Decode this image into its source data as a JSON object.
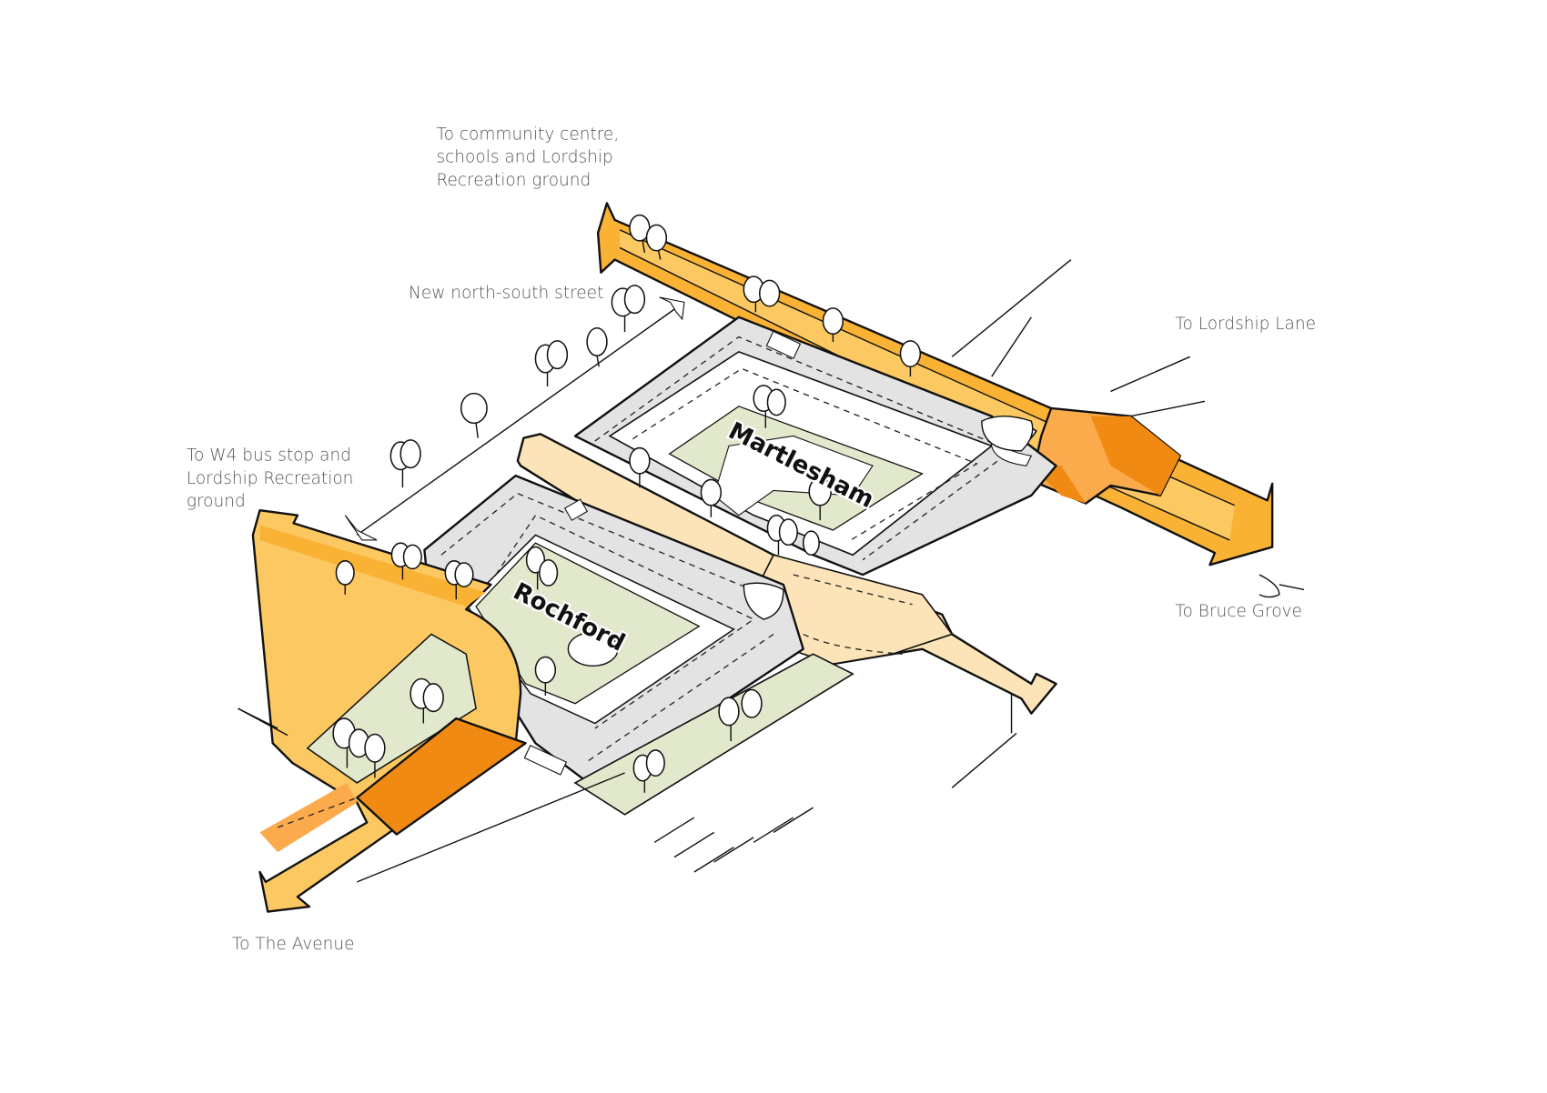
{
  "labels": {
    "community": [
      "To community centre,",
      "schools and Lordship",
      "Recreation ground"
    ],
    "north_south": "New north-south street",
    "lordship_lane": "To Lordship Lane",
    "w4": [
      "To W4 bus stop and",
      "Lordship Recreation",
      "ground"
    ],
    "bruce_grove": "To Bruce Grove",
    "the_avenue": "To The Avenue"
  },
  "blocks": {
    "martlesham": "Martlesham",
    "rochford": "Rochford"
  },
  "colors": {
    "road_orange": "#f9b233",
    "road_light": "#fcc862",
    "crossing_dark": "#f08a12",
    "crossing_mid": "#fbab4c",
    "street_beige": "#fde4b8",
    "parking_grey": "#e3e3e3",
    "green": "#e1e8cc"
  }
}
